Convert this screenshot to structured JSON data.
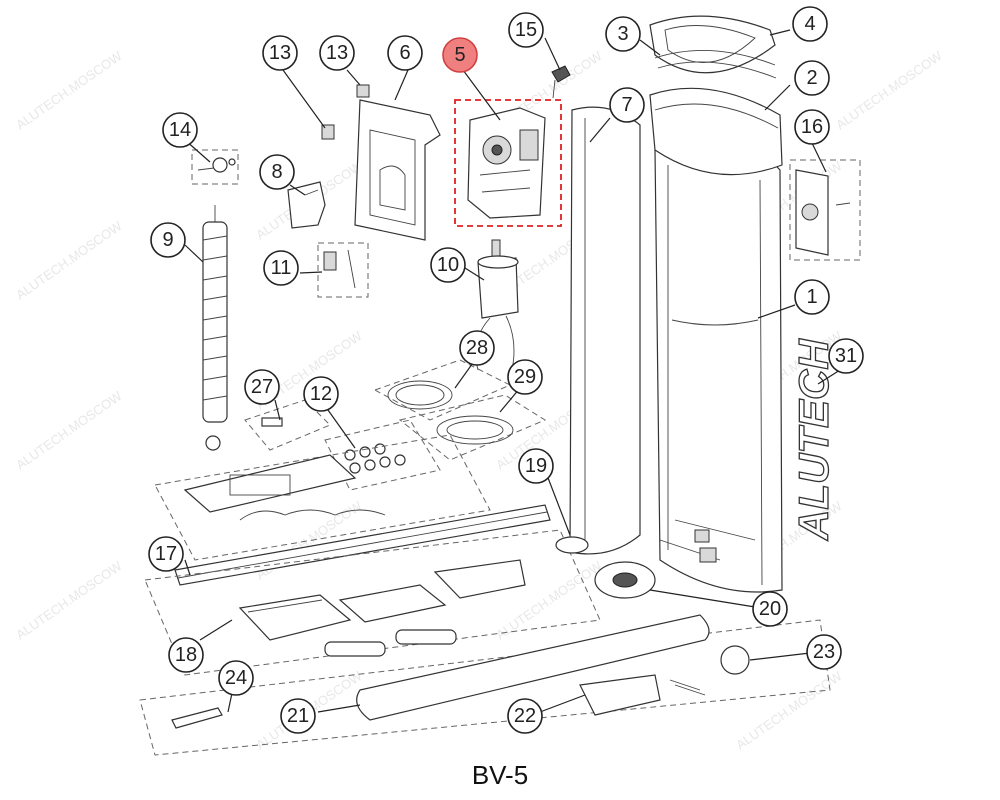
{
  "diagram": {
    "model_label": "BV-5",
    "brand_text": "ALUTECH",
    "watermark_text": "ALUTECH.MOSCOW",
    "highlighted_part": "5",
    "callouts": [
      {
        "id": "c1",
        "label": "1"
      },
      {
        "id": "c2",
        "label": "2"
      },
      {
        "id": "c3",
        "label": "3"
      },
      {
        "id": "c4",
        "label": "4"
      },
      {
        "id": "c5",
        "label": "5"
      },
      {
        "id": "c6",
        "label": "6"
      },
      {
        "id": "c7",
        "label": "7"
      },
      {
        "id": "c8",
        "label": "8"
      },
      {
        "id": "c9",
        "label": "9"
      },
      {
        "id": "c10",
        "label": "10"
      },
      {
        "id": "c11",
        "label": "11"
      },
      {
        "id": "c12",
        "label": "12"
      },
      {
        "id": "c13a",
        "label": "13"
      },
      {
        "id": "c13b",
        "label": "13"
      },
      {
        "id": "c14",
        "label": "14"
      },
      {
        "id": "c15",
        "label": "15"
      },
      {
        "id": "c16",
        "label": "16"
      },
      {
        "id": "c17",
        "label": "17"
      },
      {
        "id": "c18",
        "label": "18"
      },
      {
        "id": "c19",
        "label": "19"
      },
      {
        "id": "c20",
        "label": "20"
      },
      {
        "id": "c21",
        "label": "21"
      },
      {
        "id": "c22",
        "label": "22"
      },
      {
        "id": "c23",
        "label": "23"
      },
      {
        "id": "c24",
        "label": "24"
      },
      {
        "id": "c27",
        "label": "27"
      },
      {
        "id": "c28",
        "label": "28"
      },
      {
        "id": "c29",
        "label": "29"
      },
      {
        "id": "c31",
        "label": "31"
      }
    ],
    "colors": {
      "highlight_fill": "#f08080",
      "highlight_box": "#e02020",
      "line": "#222222"
    }
  }
}
